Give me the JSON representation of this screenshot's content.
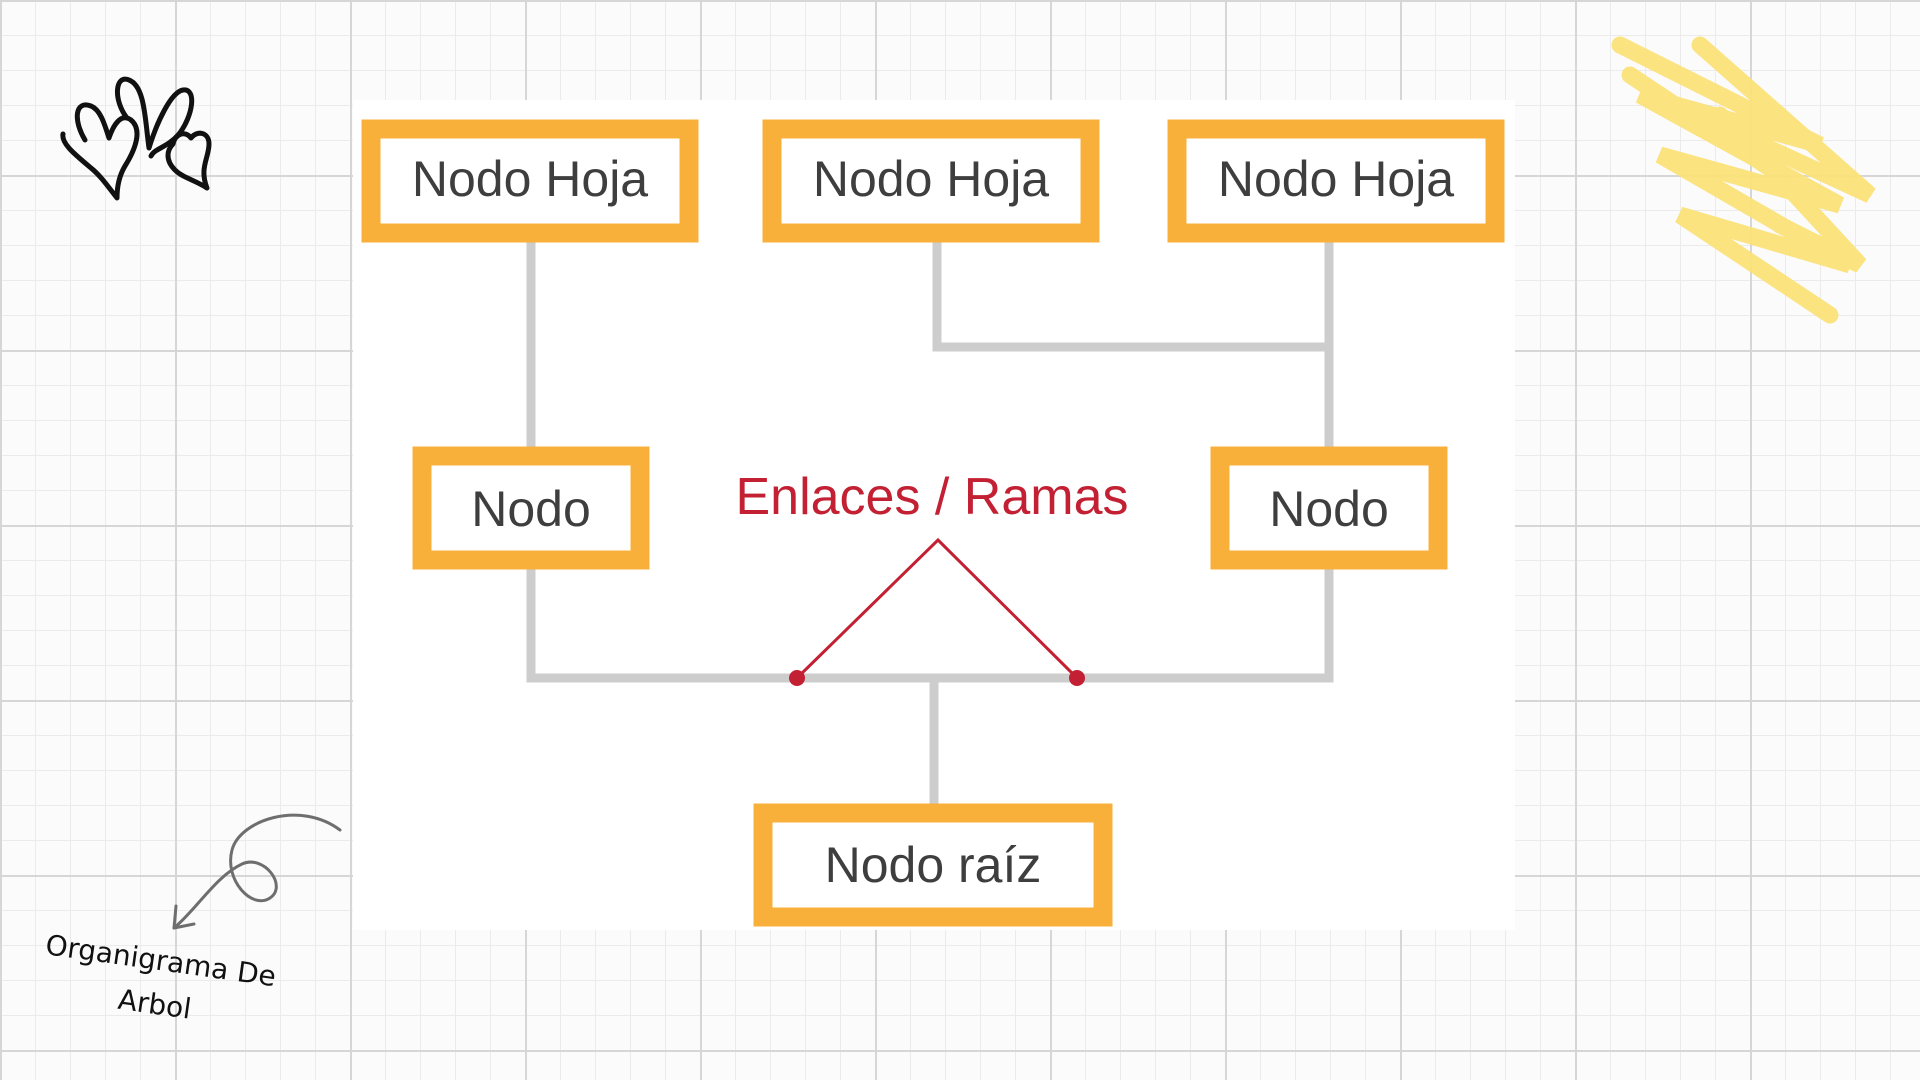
{
  "diagram": {
    "nodes": [
      {
        "id": "leaf-1",
        "label": "Nodo Hoja"
      },
      {
        "id": "leaf-2",
        "label": "Nodo Hoja"
      },
      {
        "id": "leaf-3",
        "label": "Nodo Hoja"
      },
      {
        "id": "mid-left",
        "label": "Nodo"
      },
      {
        "id": "mid-right",
        "label": "Nodo"
      },
      {
        "id": "root",
        "label": "Nodo raíz"
      }
    ],
    "edges": [
      {
        "from": "leaf-1",
        "to": "mid-left"
      },
      {
        "from": "leaf-2",
        "to": "mid-right"
      },
      {
        "from": "leaf-3",
        "to": "mid-right"
      },
      {
        "from": "mid-left",
        "to": "root"
      },
      {
        "from": "mid-right",
        "to": "root"
      }
    ],
    "callout_label": "Enlaces / Ramas"
  },
  "caption": {
    "line1": "Organigrama De",
    "line2": "Arbol"
  },
  "colors": {
    "node_border": "#f8b03a",
    "connector": "#cdcdcd",
    "callout": "#c32033",
    "scribble": "#fbe27a"
  },
  "decorations": [
    "hearts-icon",
    "yellow-scribble",
    "curly-arrow-icon"
  ]
}
